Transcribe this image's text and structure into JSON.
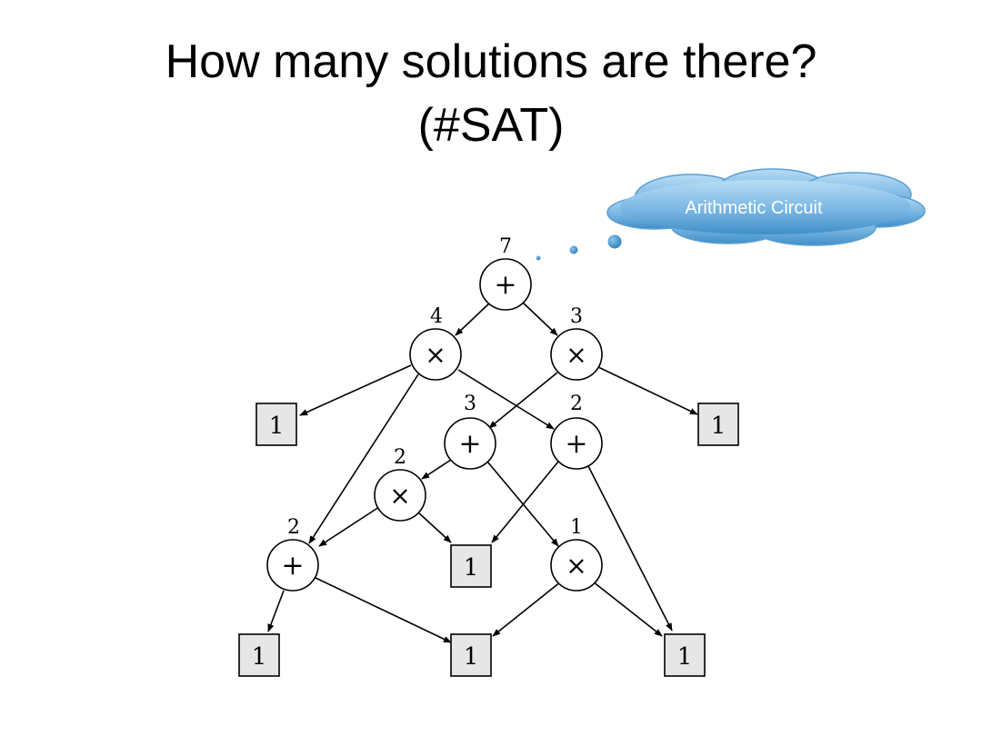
{
  "slide": {
    "title_line1": "How many solutions are there?",
    "title_line2": "(#SAT)"
  },
  "callout": {
    "label": "Arithmetic Circuit",
    "colors": {
      "fill_top": "#a9d3f0",
      "fill_bottom": "#3f8fc8",
      "text": "#ffffff"
    }
  },
  "circuit": {
    "nodes": {
      "root": {
        "op": "+",
        "count": "7"
      },
      "mul_l": {
        "op": "×",
        "count": "4"
      },
      "mul_r": {
        "op": "×",
        "count": "3"
      },
      "add_m": {
        "op": "+",
        "count": "3"
      },
      "add_r": {
        "op": "+",
        "count": "2"
      },
      "mul_m": {
        "op": "×",
        "count": "2"
      },
      "add_l": {
        "op": "+",
        "count": "2"
      },
      "mul_b": {
        "op": "×",
        "count": "1"
      },
      "leaf_1": {
        "value": "1"
      },
      "leaf_2": {
        "value": "1"
      },
      "leaf_3": {
        "value": "1"
      },
      "leaf_4": {
        "value": "1"
      },
      "leaf_5": {
        "value": "1"
      },
      "leaf_6": {
        "value": "1"
      }
    }
  }
}
